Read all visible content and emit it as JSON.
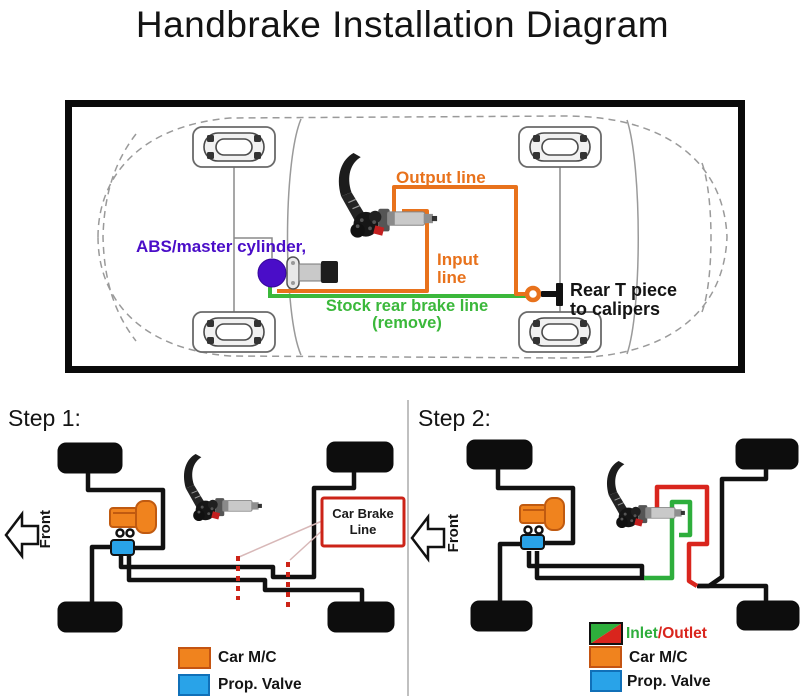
{
  "title": "Handbrake Installation Diagram",
  "top_diagram": {
    "abs_label": "ABS/master cylinder,",
    "output_line_label": "Output line",
    "input_line_label_1": "Input",
    "input_line_label_2": "line",
    "stock_line_label_1": "Stock rear brake line",
    "stock_line_label_2": "(remove)",
    "rear_t_label_1": "Rear T piece",
    "rear_t_label_2": "to calipers"
  },
  "step1": {
    "heading": "Step 1:",
    "front_label": "Front",
    "cut_box_line1": "Car Brake",
    "cut_box_line2": "Line",
    "legend": [
      {
        "label": "Car M/C",
        "swatch_color": "#f0831e"
      },
      {
        "label": "Prop. Valve",
        "swatch_color": "#29a3e8"
      }
    ]
  },
  "step2": {
    "heading": "Step 2:",
    "front_label": "Front",
    "legend_inlet": "Inlet",
    "legend_slash": "/",
    "legend_outlet": "Outlet",
    "legend": [
      {
        "label": "Car M/C",
        "swatch_color": "#f0831e"
      },
      {
        "label": "Prop. Valve",
        "swatch_color": "#29a3e8"
      }
    ]
  },
  "colors": {
    "hydraulic_line_orange": "#e8721c",
    "stock_line_green": "#3bb83b",
    "abs_purple": "#4a0dc8",
    "inlet_green": "#2eae3c",
    "outlet_red": "#d9251d",
    "cut_mark_red": "#cc2418",
    "car_mc_orange": "#f0831e",
    "prop_valve_blue": "#29a3e8"
  }
}
